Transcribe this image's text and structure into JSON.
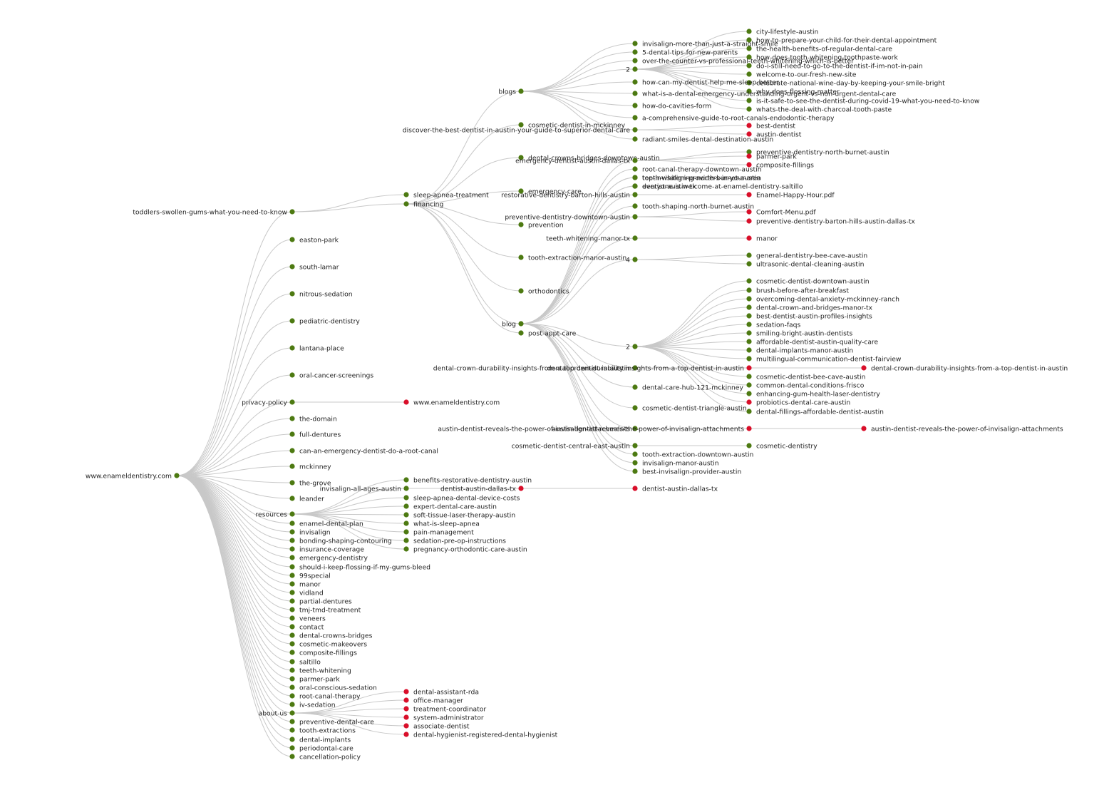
{
  "colors": {
    "ok": "#4d7a12",
    "error": "#d90f2a",
    "edge": "#c8c8c8",
    "text": "#222222"
  },
  "tree": {
    "label": "www.enameldentistry.com",
    "s": "ok",
    "children": [
      {
        "label": "toddlers-swollen-gums-what-you-need-to-know",
        "s": "ok",
        "children": [
          {
            "label": "sleep-apnea-treatment",
            "s": "ok"
          },
          {
            "label": "financing",
            "s": "ok",
            "children": [
              {
                "label": "blogs",
                "s": "ok",
                "children": [
                  {
                    "label": "invisalign-more-than-just-a-straight-smile",
                    "s": "ok"
                  },
                  {
                    "label": "5-dental-tips-for-new-parents",
                    "s": "ok"
                  },
                  {
                    "label": "over-the-counter-vs-professional-teeth-whitening-which-is-better",
                    "s": "ok"
                  },
                  {
                    "label": "2",
                    "s": "ok",
                    "children": [
                      {
                        "label": "city-lifestyle-austin",
                        "s": "ok"
                      },
                      {
                        "label": "how-to-prepare-your-child-for-their-dental-appointment",
                        "s": "ok"
                      },
                      {
                        "label": "the-health-benefits-of-regular-dental-care",
                        "s": "ok"
                      },
                      {
                        "label": "how-does-tooth-whitening-toothpaste-work",
                        "s": "ok"
                      },
                      {
                        "label": "do-i-still-need-to-go-to-the-dentist-if-im-not-in-pain",
                        "s": "ok"
                      },
                      {
                        "label": "welcome-to-our-fresh-new-site",
                        "s": "ok"
                      },
                      {
                        "label": "celebrate-national-wine-day-by-keeping-your-smile-bright",
                        "s": "ok"
                      },
                      {
                        "label": "why-does-flossing-matter",
                        "s": "ok"
                      },
                      {
                        "label": "is-it-safe-to-see-the-dentist-during-covid-19-what-you-need-to-know",
                        "s": "ok"
                      },
                      {
                        "label": "whats-the-deal-with-charcoal-tooth-paste",
                        "s": "ok"
                      }
                    ]
                  },
                  {
                    "label": "how-can-my-dentist-help-me-sleep-better",
                    "s": "ok"
                  },
                  {
                    "label": "what-is-a-dental-emergency-understanding-urgent-vs-non-urgent-dental-care",
                    "s": "ok"
                  },
                  {
                    "label": "how-do-cavities-form",
                    "s": "ok"
                  },
                  {
                    "label": "a-comprehensive-guide-to-root-canals-endodontic-therapy",
                    "s": "ok"
                  },
                  {
                    "label": "discover-the-best-dentist-in-austin-your-guide-to-superior-dental-care",
                    "s": "ok",
                    "children": [
                      {
                        "label": "best-dentist",
                        "s": "error"
                      },
                      {
                        "label": "austin-dentist",
                        "s": "error"
                      }
                    ]
                  },
                  {
                    "label": "radiant-smiles-dental-destination-austin",
                    "s": "ok"
                  }
                ]
              },
              {
                "label": "cosmetic-dentist-in-mckinney",
                "s": "ok"
              },
              {
                "label": "dental-crowns-bridges-downtown-austin",
                "s": "ok"
              },
              {
                "label": "emergency-care",
                "s": "ok"
              },
              {
                "label": "prevention",
                "s": "ok"
              },
              {
                "label": "tooth-extraction-manor-austin",
                "s": "ok"
              },
              {
                "label": "orthodontics",
                "s": "ok"
              },
              {
                "label": "blog",
                "s": "ok",
                "children": [
                  {
                    "label": "emergency-dentist-austin-dallas-tx",
                    "s": "ok",
                    "children": [
                      {
                        "label": "preventive-dentistry-north-burnet-austin",
                        "s": "ok"
                      },
                      {
                        "label": "parmer-park",
                        "s": "error"
                      },
                      {
                        "label": "composite-fillings",
                        "s": "error"
                      }
                    ]
                  },
                  {
                    "label": "root-canal-therapy-downtown-austin",
                    "s": "ok"
                  },
                  {
                    "label": "top-invisalign-providers-in-your-area",
                    "s": "ok"
                  },
                  {
                    "label": "teeth-whitening-north-burnet-austin",
                    "s": "ok"
                  },
                  {
                    "label": "dentist-austin-tx",
                    "s": "ok"
                  },
                  {
                    "label": "everyone-is-welcome-at-enamel-dentistry-saltillo",
                    "s": "ok"
                  },
                  {
                    "label": "restorative-dentistry-barton-hills-austin",
                    "s": "ok",
                    "children": [
                      {
                        "label": "Enamel-Happy-Hour.pdf",
                        "s": "error"
                      }
                    ]
                  },
                  {
                    "label": "tooth-shaping-north-burnet-austin",
                    "s": "ok"
                  },
                  {
                    "label": "preventive-dentistry-downtown-austin",
                    "s": "ok",
                    "children": [
                      {
                        "label": "Comfort-Menu.pdf",
                        "s": "error"
                      },
                      {
                        "label": "preventive-dentistry-barton-hills-austin-dallas-tx",
                        "s": "error"
                      }
                    ]
                  },
                  {
                    "label": "teeth-whitening-manor-tx",
                    "s": "ok",
                    "children": [
                      {
                        "label": "manor",
                        "s": "error"
                      }
                    ]
                  },
                  {
                    "label": "4",
                    "s": "ok",
                    "children": [
                      {
                        "label": "general-dentistry-bee-cave-austin",
                        "s": "ok"
                      },
                      {
                        "label": "ultrasonic-dental-cleaning-austin",
                        "s": "ok"
                      }
                    ]
                  },
                  {
                    "label": "2",
                    "s": "ok",
                    "children": [
                      {
                        "label": "cosmetic-dentist-downtown-austin",
                        "s": "ok"
                      },
                      {
                        "label": "brush-before-after-breakfast",
                        "s": "ok"
                      },
                      {
                        "label": "overcoming-dental-anxiety-mckinney-ranch",
                        "s": "ok"
                      },
                      {
                        "label": "dental-crown-and-bridges-manor-tx",
                        "s": "ok"
                      },
                      {
                        "label": "best-dentist-austin-profiles-insights",
                        "s": "ok"
                      },
                      {
                        "label": "sedation-faqs",
                        "s": "ok"
                      },
                      {
                        "label": "smiling-bright-austin-dentists",
                        "s": "ok"
                      },
                      {
                        "label": "affordable-dentist-austin-quality-care",
                        "s": "ok"
                      },
                      {
                        "label": "dental-implants-manor-austin",
                        "s": "ok"
                      },
                      {
                        "label": "multilingual-communication-dentist-fairview",
                        "s": "ok"
                      },
                      {
                        "label": "cosmetic-dentist-bee-cave-austin",
                        "s": "ok"
                      },
                      {
                        "label": "common-dental-conditions-frisco",
                        "s": "ok"
                      },
                      {
                        "label": "enhancing-gum-health-laser-dentistry",
                        "s": "ok"
                      },
                      {
                        "label": "probiotics-dental-care-austin",
                        "s": "error"
                      },
                      {
                        "label": "dental-fillings-affordable-dentist-austin",
                        "s": "ok"
                      }
                    ]
                  },
                  {
                    "label": "dental-crown-durability-insights-from-a-top-dentist-in-austin",
                    "s": "ok",
                    "children": [
                      {
                        "label": "dental-crown-durability-insights-from-a-top-dentist-in-austin",
                        "s": "error",
                        "children": [
                          {
                            "label": "dental-crown-durability-insights-from-a-top-dentist-in-austin",
                            "s": "error"
                          }
                        ]
                      }
                    ]
                  },
                  {
                    "label": "dental-care-hub-121-mckinney",
                    "s": "ok"
                  },
                  {
                    "label": "cosmetic-dentist-triangle-austin",
                    "s": "ok"
                  },
                  {
                    "label": "austin-dentist-reveals-the-power-of-invisalign-attachments",
                    "s": "ok",
                    "children": [
                      {
                        "label": "austin-dentist-reveals-the-power-of-invisalign-attachments",
                        "s": "error",
                        "children": [
                          {
                            "label": "austin-dentist-reveals-the-power-of-invisalign-attachments",
                            "s": "error"
                          }
                        ]
                      }
                    ]
                  },
                  {
                    "label": "cosmetic-dentist-central-east-austin",
                    "s": "ok",
                    "children": [
                      {
                        "label": "cosmetic-dentistry",
                        "s": "ok"
                      }
                    ]
                  },
                  {
                    "label": "tooth-extraction-downtown-austin",
                    "s": "ok"
                  },
                  {
                    "label": "invisalign-manor-austin",
                    "s": "ok"
                  },
                  {
                    "label": "best-invisalign-provider-austin",
                    "s": "ok"
                  }
                ]
              },
              {
                "label": "post-appt-care",
                "s": "ok"
              }
            ]
          }
        ]
      },
      {
        "label": "easton-park",
        "s": "ok"
      },
      {
        "label": "south-lamar",
        "s": "ok"
      },
      {
        "label": "nitrous-sedation",
        "s": "ok"
      },
      {
        "label": "pediatric-dentistry",
        "s": "ok"
      },
      {
        "label": "lantana-place",
        "s": "ok"
      },
      {
        "label": "oral-cancer-screenings",
        "s": "ok"
      },
      {
        "label": "privacy-policy",
        "s": "ok",
        "children": [
          {
            "label": "www.enameldentistry.com",
            "s": "error"
          }
        ]
      },
      {
        "label": "the-domain",
        "s": "ok"
      },
      {
        "label": "full-dentures",
        "s": "ok"
      },
      {
        "label": "can-an-emergency-dentist-do-a-root-canal",
        "s": "ok"
      },
      {
        "label": "mckinney",
        "s": "ok"
      },
      {
        "label": "the-grove",
        "s": "ok"
      },
      {
        "label": "leander",
        "s": "ok"
      },
      {
        "label": "resources",
        "s": "ok",
        "children": [
          {
            "label": "benefits-restorative-dentistry-austin",
            "s": "ok"
          },
          {
            "label": "invisalign-all-ages-austin",
            "s": "ok",
            "children": [
              {
                "label": "dentist-austin-dallas-tx",
                "s": "error",
                "children": [
                  {
                    "label": "dentist-austin-dallas-tx",
                    "s": "error"
                  }
                ]
              }
            ]
          },
          {
            "label": "sleep-apnea-dental-device-costs",
            "s": "ok"
          },
          {
            "label": "expert-dental-care-austin",
            "s": "ok"
          },
          {
            "label": "soft-tissue-laser-therapy-austin",
            "s": "ok"
          },
          {
            "label": "what-is-sleep-apnea",
            "s": "ok"
          },
          {
            "label": "pain-management",
            "s": "ok"
          },
          {
            "label": "sedation-pre-op-instructions",
            "s": "ok"
          },
          {
            "label": "pregnancy-orthodontic-care-austin",
            "s": "ok"
          }
        ]
      },
      {
        "label": "enamel-dental-plan",
        "s": "ok"
      },
      {
        "label": "invisalign",
        "s": "ok"
      },
      {
        "label": "bonding-shaping-contouring",
        "s": "ok"
      },
      {
        "label": "insurance-coverage",
        "s": "ok"
      },
      {
        "label": "emergency-dentistry",
        "s": "ok"
      },
      {
        "label": "should-i-keep-flossing-if-my-gums-bleed",
        "s": "ok"
      },
      {
        "label": "99special",
        "s": "ok"
      },
      {
        "label": "manor",
        "s": "ok"
      },
      {
        "label": "vidland",
        "s": "ok"
      },
      {
        "label": "partial-dentures",
        "s": "ok"
      },
      {
        "label": "tmj-tmd-treatment",
        "s": "ok"
      },
      {
        "label": "veneers",
        "s": "ok"
      },
      {
        "label": "contact",
        "s": "ok"
      },
      {
        "label": "dental-crowns-bridges",
        "s": "ok"
      },
      {
        "label": "cosmetic-makeovers",
        "s": "ok"
      },
      {
        "label": "composite-fillings",
        "s": "ok"
      },
      {
        "label": "saltillo",
        "s": "ok"
      },
      {
        "label": "teeth-whitening",
        "s": "ok"
      },
      {
        "label": "parmer-park",
        "s": "ok"
      },
      {
        "label": "oral-conscious-sedation",
        "s": "ok"
      },
      {
        "label": "root-canal-therapy",
        "s": "ok"
      },
      {
        "label": "iv-sedation",
        "s": "ok"
      },
      {
        "label": "about-us",
        "s": "ok",
        "children": [
          {
            "label": "dental-assistant-rda",
            "s": "error"
          },
          {
            "label": "office-manager",
            "s": "error"
          },
          {
            "label": "treatment-coordinator",
            "s": "error"
          },
          {
            "label": "system-administrator",
            "s": "error"
          },
          {
            "label": "associate-dentist",
            "s": "error"
          },
          {
            "label": "dental-hygienist-registered-dental-hygienist",
            "s": "error"
          }
        ]
      },
      {
        "label": "preventive-dental-care",
        "s": "ok"
      },
      {
        "label": "tooth-extractions",
        "s": "ok"
      },
      {
        "label": "dental-implants",
        "s": "ok"
      },
      {
        "label": "periodontal-care",
        "s": "ok"
      },
      {
        "label": "cancellation-policy",
        "s": "ok"
      }
    ]
  }
}
